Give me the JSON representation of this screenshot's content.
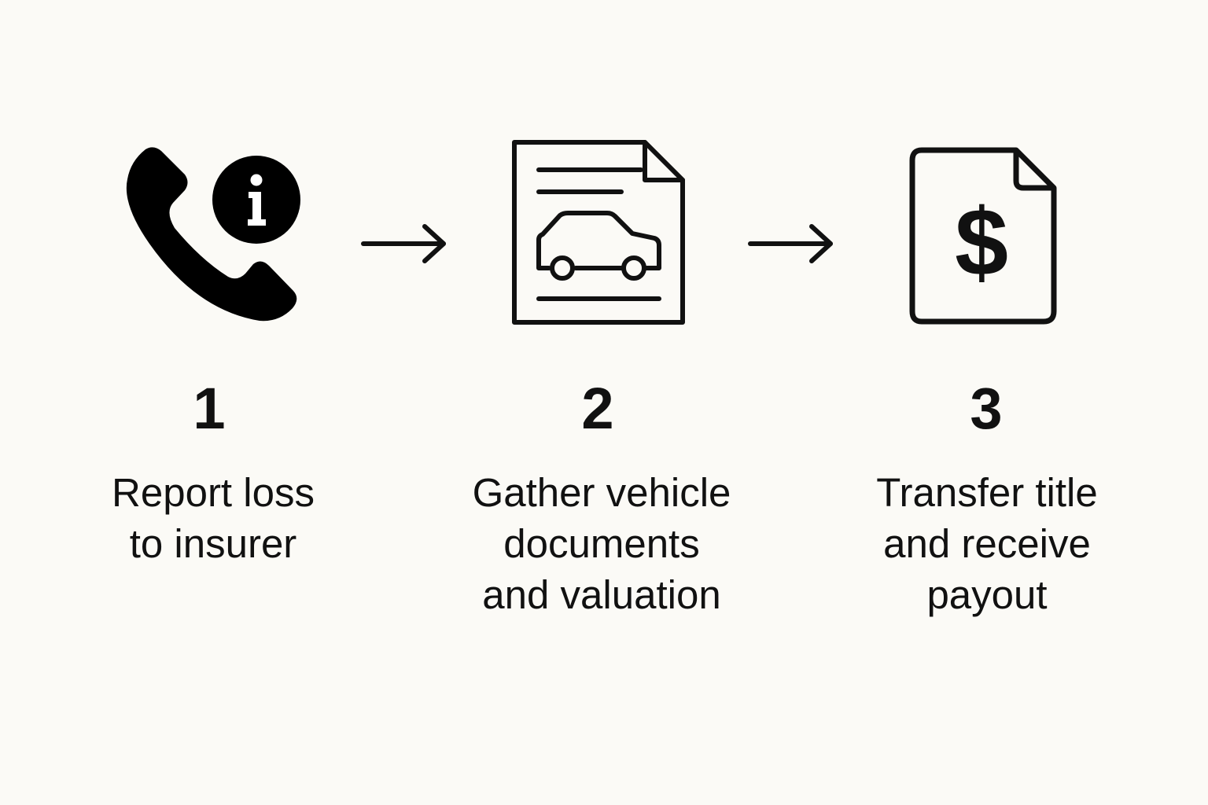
{
  "steps": [
    {
      "number": "1",
      "icon": "phone-info-icon",
      "label_lines": [
        "Report loss",
        "to insurer"
      ]
    },
    {
      "number": "2",
      "icon": "car-document-icon",
      "label_lines": [
        "Gather vehicle",
        "documents",
        "and valuation"
      ]
    },
    {
      "number": "3",
      "icon": "money-document-icon",
      "label_lines": [
        "Transfer title",
        "and receive",
        "payout"
      ],
      "icon_symbol": "$"
    }
  ],
  "colors": {
    "background": "#fbfaf6",
    "ink": "#111111"
  }
}
